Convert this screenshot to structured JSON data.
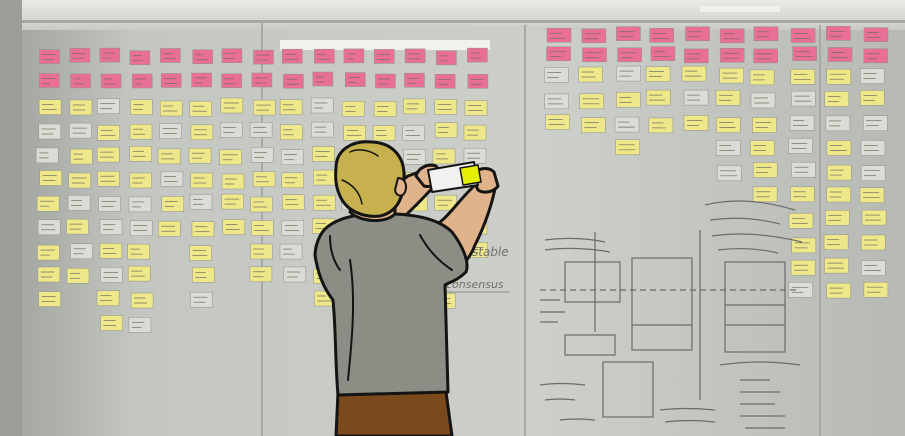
{
  "scene": {
    "subject": "person photographing a sticky-note wall with a phone",
    "colors": {
      "wall": "#c7c9c4",
      "wall_shadow": "#a9aba6",
      "pink_note": "#ea6f97",
      "yellow_note": "#efe88b",
      "white_card": "#dcdcd6",
      "shirt": "#8b8e85",
      "hair": "#c7b14e",
      "skin": "#e0b38a",
      "pants": "#7b4a1c",
      "phone_flash": "#e4f000",
      "ink": "#1a1a1a"
    },
    "handwriting": {
      "stable": "stable",
      "consensus": "consensus"
    }
  }
}
